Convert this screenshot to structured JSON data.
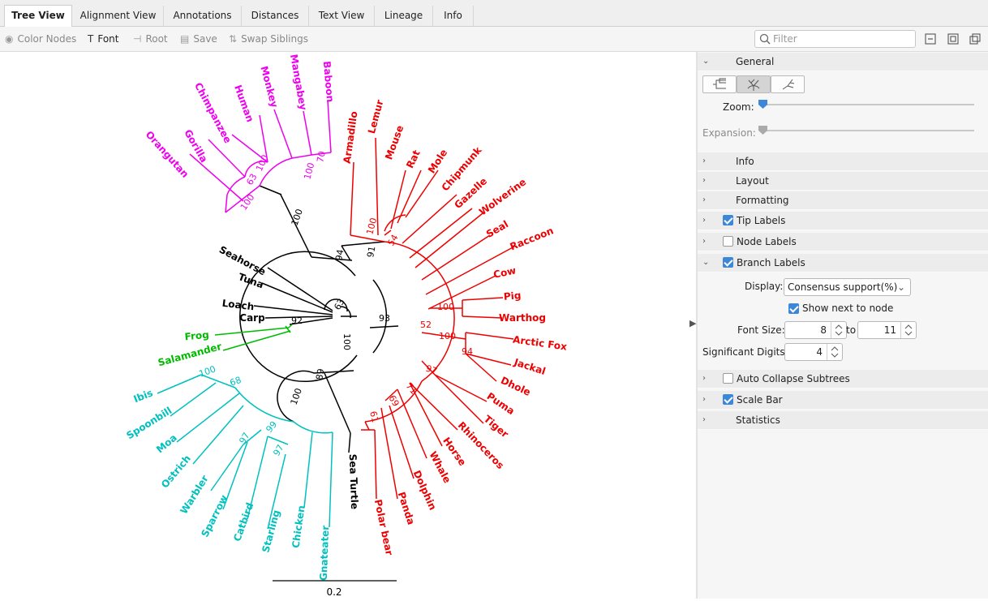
{
  "tabs": [
    "Tree View",
    "Alignment View",
    "Annotations",
    "Distances",
    "Text View",
    "Lineage",
    "Info"
  ],
  "toolbar": {
    "color_nodes": "Color Nodes",
    "font": "Font",
    "root": "Root",
    "save": "Save",
    "swap_siblings": "Swap Siblings",
    "filter_placeholder": "Filter"
  },
  "colors": {
    "primates": "#ee00ee",
    "mammals": "#ee0000",
    "fish": "#000000",
    "amphibians": "#00bb00",
    "birds": "#00c0c0",
    "accent": "#3d87d9"
  },
  "tree": {
    "primates": [
      "Orangutan",
      "Gorilla",
      "Chimpanzee",
      "Human",
      "Monkey",
      "Mangabey",
      "Baboon"
    ],
    "mammals_a": [
      "Armadillo",
      "Lemur",
      "Mouse",
      "Rat",
      "Mole",
      "Chipmunk",
      "Gazelle",
      "Wolverine",
      "Seal",
      "Raccoon",
      "Cow",
      "Pig",
      "Warthog"
    ],
    "mammals_b": [
      "Arctic Fox",
      "Jackal",
      "Dhole",
      "Puma",
      "Tiger",
      "Rhinoceros",
      "Horse",
      "Whale",
      "Dolphin",
      "Panda",
      "Polar bear"
    ],
    "fish": [
      "Seahorse",
      "Tuna",
      "Loach",
      "Carp",
      "Sea Turtle"
    ],
    "amphibians": [
      "Frog",
      "Salamander"
    ],
    "birds": [
      "Ibis",
      "Spoonbill",
      "Moa",
      "Ostrich",
      "Warbler",
      "Sparrow",
      "Catbird",
      "Starling",
      "Chicken",
      "Gnateater"
    ],
    "support_black": [
      "100",
      "94",
      "91",
      "93",
      "100",
      "92",
      "100",
      "89",
      "63"
    ],
    "support_colored": [
      "100",
      "63",
      "100",
      "100",
      "100",
      "70",
      "100",
      "54",
      "52",
      "100",
      "100",
      "94",
      "97",
      "71",
      "69",
      "61",
      "100",
      "68",
      "99",
      "97",
      "97"
    ],
    "scale_label": "0.2"
  },
  "panel": {
    "general": "General",
    "zoom": "Zoom:",
    "zoom_value": 0.02,
    "expansion": "Expansion:",
    "expansion_value": 0.02,
    "sections": [
      "Info",
      "Layout",
      "Formatting",
      "Tip Labels",
      "Node Labels",
      "Branch Labels"
    ],
    "display_label": "Display:",
    "display_value": "Consensus support(%)",
    "show_next": "Show next to node",
    "font_size_label": "Font Size:",
    "font_min": "8",
    "to": "to",
    "font_max": "11",
    "sig_label": "Significant Digits:",
    "sig_value": "4",
    "bottom_sections": [
      "Auto Collapse Subtrees",
      "Scale Bar",
      "Statistics"
    ]
  }
}
